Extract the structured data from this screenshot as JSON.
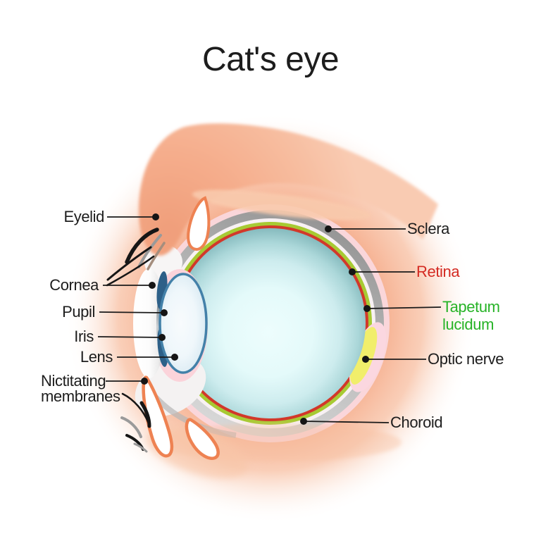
{
  "title": "Cat's eye",
  "labels": {
    "left": {
      "eyelid": "Eyelid",
      "cornea": "Cornea",
      "pupil": "Pupil",
      "iris": "Iris",
      "lens": "Lens",
      "nictitating_membranes_line1": "Nictitating",
      "nictitating_membranes_line2": "membranes"
    },
    "right": {
      "sclera": "Sclera",
      "retina": "Retina",
      "tapetum_lucidum_line1": "Tapetum",
      "tapetum_lucidum_line2": "lucidum",
      "optic_nerve": "Optic nerve",
      "choroid": "Choroid"
    }
  },
  "colors": {
    "background": "#ffffff",
    "title_text": "#1d1d1d",
    "label_text": "#1d1d1d",
    "retina_label_text": "#d42a22",
    "tapetum_label_text": "#27b327",
    "leader_line": "#1a1a1a",
    "orbital_glow": "#f5a987",
    "eyelid_skin": "#f6b191",
    "membrane_outline": "#ee8252",
    "sclera_gray": "#b5b5b5",
    "choroid_pink": "#fad6da",
    "tapetum_green": "#a7ca33",
    "retina_red": "#d2382a",
    "vitreous_teal": "#bfe7e8",
    "optic_nerve_yellow": "#f1ee6b",
    "lens_blue": "#4381a9",
    "iris_blue": "#2d6088"
  }
}
